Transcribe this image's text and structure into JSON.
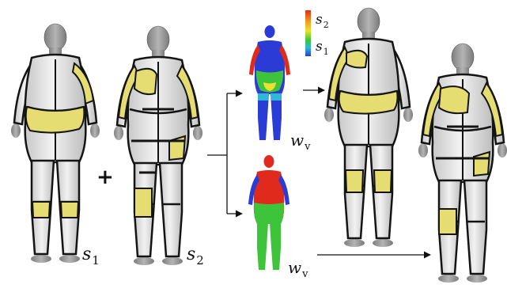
{
  "labels": {
    "s1_main": "s",
    "s1_sub": "1",
    "s2_main": "s",
    "s2_sub": "2",
    "plus": "+",
    "legend_top_main": "s",
    "legend_top_sub": "2",
    "legend_bottom_main": "s",
    "legend_bottom_sub": "1",
    "weight_top_main": "w",
    "weight_top_sub": "v",
    "weight_bottom_main": "w",
    "weight_bottom_sub": "v"
  },
  "colors": {
    "skin": "#9c9c9c",
    "suit": "#e4e4e4",
    "seam": "#141414",
    "patch": "#e6dd72",
    "heat_blue": "#2b3bd6",
    "heat_red": "#e02a1c",
    "heat_green": "#3ec43a",
    "heat_yellow": "#e9e233",
    "heat_cyan": "#2fb7d6"
  }
}
